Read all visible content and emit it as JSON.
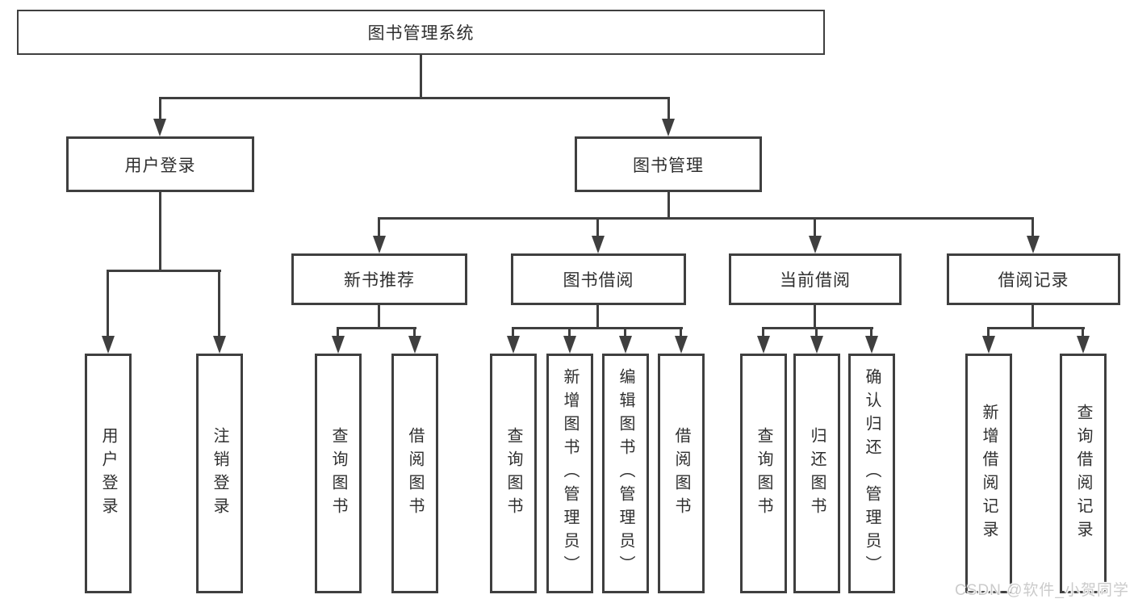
{
  "diagram": {
    "root": {
      "label": "图书管理系统"
    },
    "level2": [
      {
        "id": "user-login",
        "label": "用户登录"
      },
      {
        "id": "book-management",
        "label": "图书管理"
      }
    ],
    "level3": [
      {
        "id": "new-book-recommend",
        "label": "新书推荐"
      },
      {
        "id": "book-borrow",
        "label": "图书借阅"
      },
      {
        "id": "current-borrow",
        "label": "当前借阅"
      },
      {
        "id": "borrow-records",
        "label": "借阅记录"
      }
    ],
    "leaves": [
      {
        "parent": "user-login",
        "label": "用户登录"
      },
      {
        "parent": "user-login",
        "label": "注销登录"
      },
      {
        "parent": "new-book-recommend",
        "label": "查询图书"
      },
      {
        "parent": "new-book-recommend",
        "label": "借阅图书"
      },
      {
        "parent": "book-borrow",
        "label": "查询图书"
      },
      {
        "parent": "book-borrow",
        "label": "新增图书（管理员）"
      },
      {
        "parent": "book-borrow",
        "label": "编辑图书（管理员）"
      },
      {
        "parent": "book-borrow",
        "label": "借阅图书"
      },
      {
        "parent": "current-borrow",
        "label": "查询图书"
      },
      {
        "parent": "current-borrow",
        "label": "归还图书"
      },
      {
        "parent": "current-borrow",
        "label": "确认归还（管理员）"
      },
      {
        "parent": "borrow-records",
        "label": "新增借阅记录"
      },
      {
        "parent": "borrow-records",
        "label": "查询借阅记录"
      }
    ],
    "watermark": "CSDN @软件_小贺同学",
    "colors": {
      "line": "#3f3f3f",
      "text": "#2f2f2f",
      "background": "#ffffff",
      "watermark": "#cbcbcb"
    }
  }
}
